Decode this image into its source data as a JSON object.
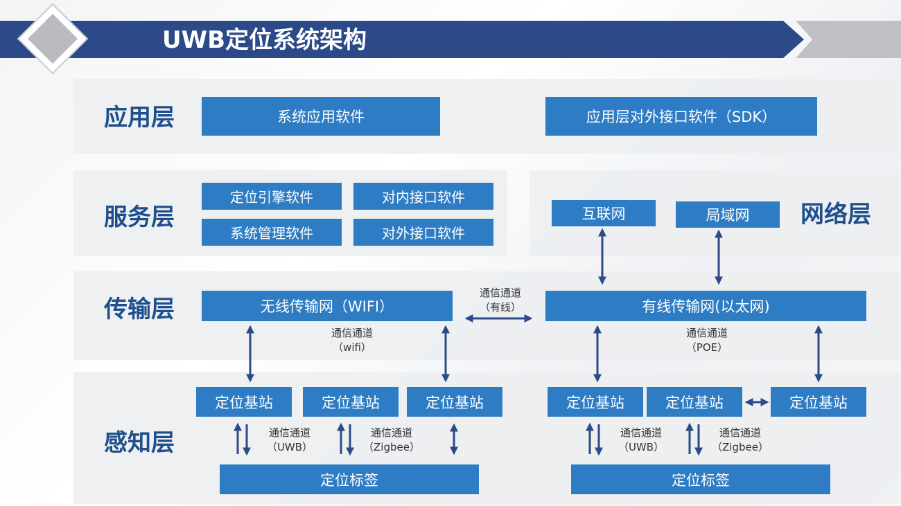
{
  "title": "UWB定位系统架构",
  "colors": {
    "header": "#2b4a87",
    "box": "#2e7cc4",
    "label": "#1e4f8c",
    "arrow": "#2b4a87"
  },
  "layers": {
    "application": "应用层",
    "service": "服务层",
    "network": "网络层",
    "transport": "传输层",
    "perception": "感知层"
  },
  "boxes": {
    "system_app_software": "系统应用软件",
    "app_sdk": "应用层对外接口软件（SDK）",
    "positioning_engine": "定位引擎软件",
    "internal_interface": "对内接口软件",
    "system_management": "系统管理软件",
    "external_interface": "对外接口软件",
    "internet": "互联网",
    "lan": "局域网",
    "wireless_network": "无线传输网（WIFI）",
    "wired_network": "有线传输网(以太网)",
    "base_station": "定位基站",
    "tag": "定位标签"
  },
  "notes": {
    "channel": "通信通道",
    "wired": "（有线）",
    "wifi": "（wifi）",
    "poe": "（POE）",
    "uwb": "（UWB）",
    "zigbee": "（Zigbee）"
  }
}
